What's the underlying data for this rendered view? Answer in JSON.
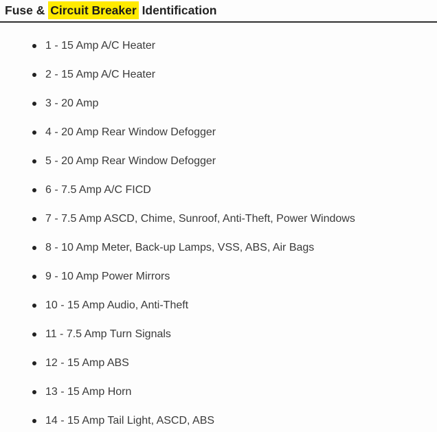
{
  "header": {
    "title_prefix": "Fuse & ",
    "title_highlight": "Circuit Breaker",
    "title_suffix": " Identification"
  },
  "colors": {
    "highlight": "#ffea00",
    "heading_text": "#222222",
    "body_text": "#3a3a3a",
    "divider": "#2f2f2f",
    "background": "#fdfdfd"
  },
  "fuse_list": {
    "items": [
      "1 - 15 Amp A/C Heater",
      "2 - 15 Amp A/C Heater",
      "3 - 20 Amp",
      "4 - 20 Amp Rear Window Defogger",
      "5 - 20 Amp Rear Window Defogger",
      "6 - 7.5 Amp A/C FICD",
      "7 - 7.5 Amp ASCD, Chime, Sunroof, Anti-Theft, Power Windows",
      "8 - 10 Amp Meter, Back-up Lamps, VSS, ABS, Air Bags",
      "9 - 10 Amp Power Mirrors",
      "10 - 15 Amp Audio, Anti-Theft",
      "11 - 7.5 Amp Turn Signals",
      "12 - 15 Amp ABS",
      "13 - 15 Amp Horn",
      "14 - 15 Amp Tail Light, ASCD, ABS"
    ]
  }
}
